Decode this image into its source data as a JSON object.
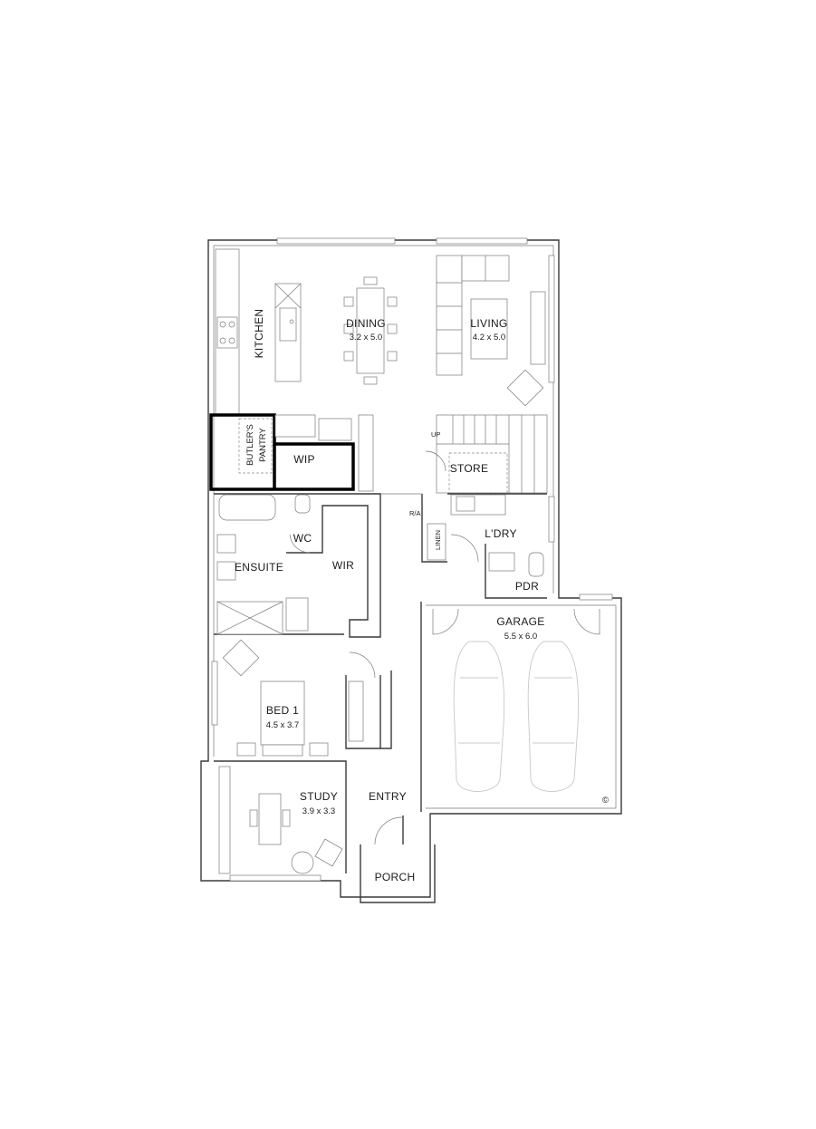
{
  "rooms": {
    "kitchen": "KITCHEN",
    "dining": "DINING",
    "dining_size": "3.2 x 5.0",
    "living": "LIVING",
    "living_size": "4.2 x 5.0",
    "butlers_pantry_1": "BUTLER'S",
    "butlers_pantry_2": "PANTRY",
    "wip": "WIP",
    "store": "STORE",
    "ensuite": "ENSUITE",
    "wc": "WC",
    "wir": "WIR",
    "ra": "R/A",
    "linen": "LINEN",
    "ldry": "L'DRY",
    "pdr": "PDR",
    "garage": "GARAGE",
    "garage_size": "5.5 x 6.0",
    "bed1": "BED 1",
    "bed1_size": "4.5 x 3.7",
    "study": "STUDY",
    "study_size": "3.9 x 3.3",
    "entry": "ENTRY",
    "porch": "PORCH"
  },
  "annotations": {
    "stair_up": "UP",
    "copyright": "©"
  }
}
